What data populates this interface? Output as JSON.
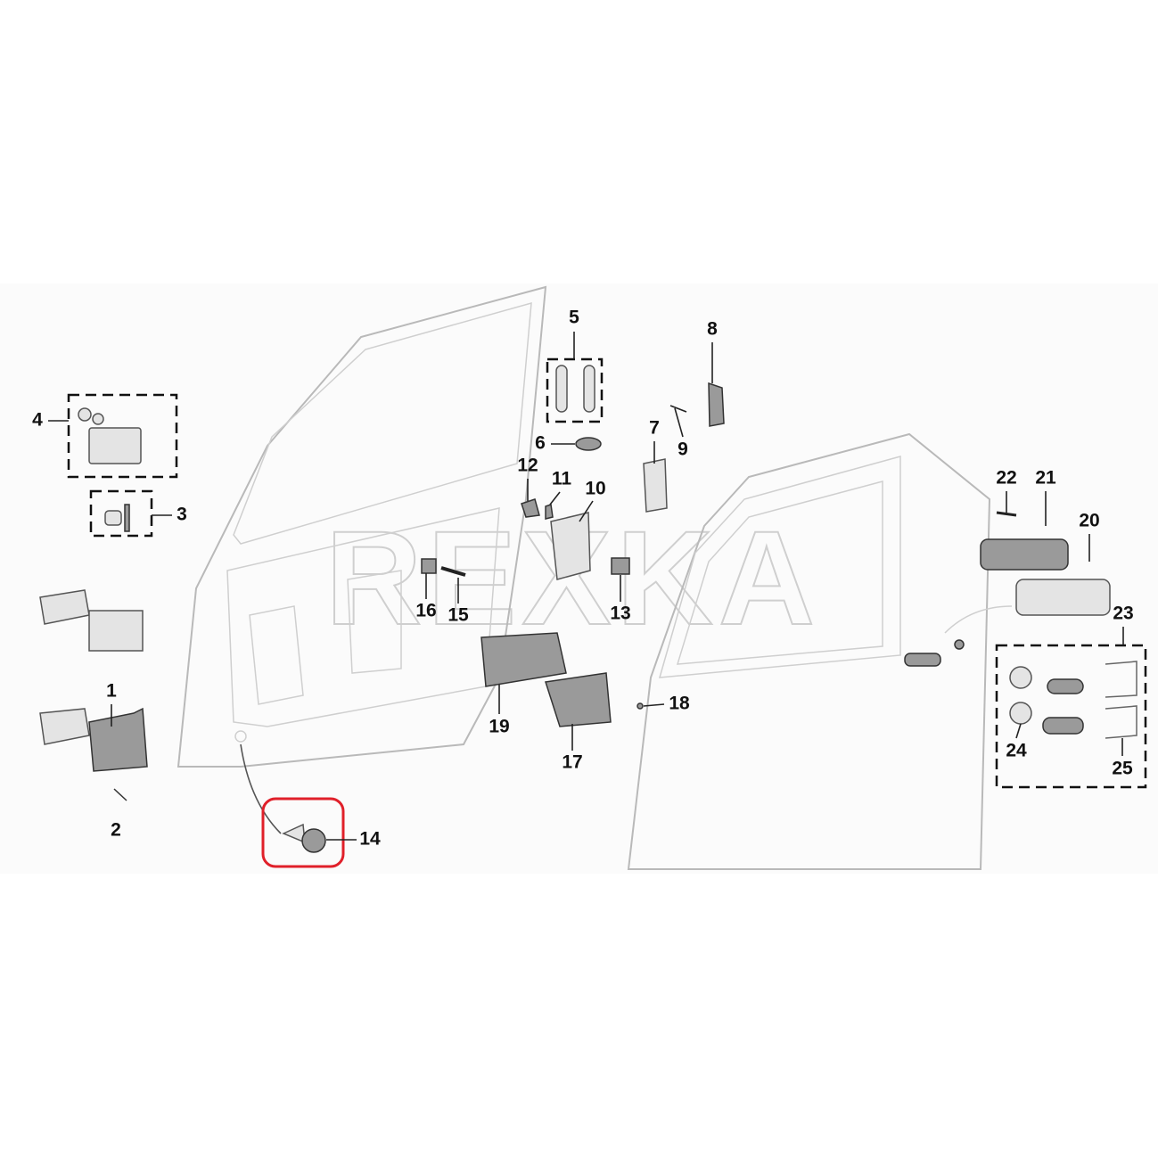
{
  "watermark": "REXKA",
  "highlight_color": "#e0202a",
  "highlighted_part": "14",
  "callouts": {
    "c1": "1",
    "c2": "2",
    "c3": "3",
    "c4": "4",
    "c5": "5",
    "c6": "6",
    "c7": "7",
    "c8": "8",
    "c9": "9",
    "c10": "10",
    "c11": "11",
    "c12": "12",
    "c13": "13",
    "c14": "14",
    "c15": "15",
    "c16": "16",
    "c17": "17",
    "c18": "18",
    "c19": "19",
    "c20": "20",
    "c21": "21",
    "c22": "22",
    "c23": "23",
    "c24": "24",
    "c25": "25"
  }
}
